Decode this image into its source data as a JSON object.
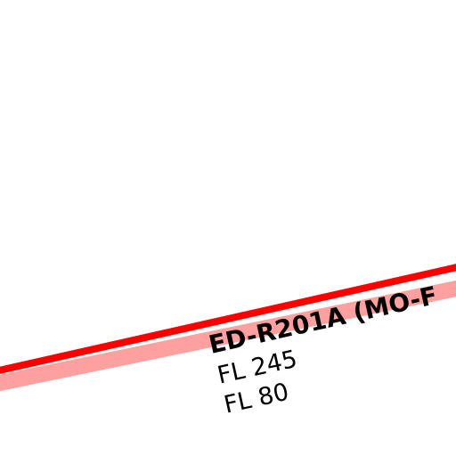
{
  "airspace": {
    "name": "ED-R201A (MO-F",
    "upper_limit": "FL 245",
    "lower_limit": "FL 80",
    "border_color": "#ff0000",
    "fill_color": "#ffa0a0"
  }
}
